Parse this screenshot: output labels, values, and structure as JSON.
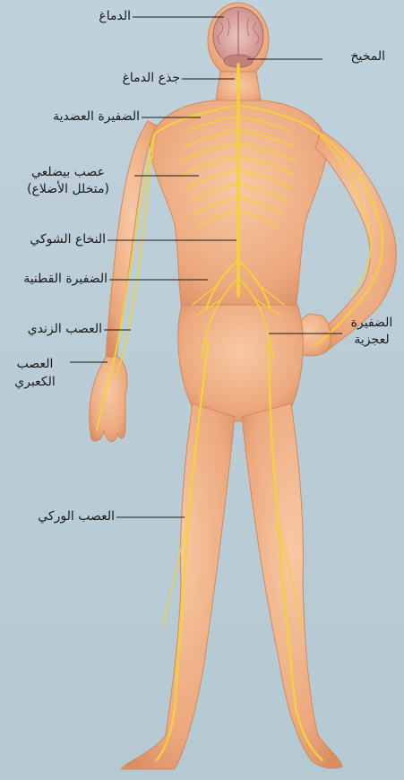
{
  "labels": {
    "brain": "الدماغ",
    "cerebellum": "المخيخ",
    "brainstem": "جذع الدماغ",
    "brachial_plexus": "الضفيرة العضدية",
    "intercostal_1": "عصب بيضلعي",
    "intercostal_2": "(متخلل الأضلاع)",
    "spinal_cord": "النخاع الشوكي",
    "lumbar_plexus": "الضفيرة القطنية",
    "ulnar_nerve": "العصب الزندي",
    "radial_1": "العصب",
    "radial_2": "الكعبري",
    "sacral_1": "الضفيرة",
    "sacral_2": "لعجزية",
    "sciatic_nerve": "العصب الوركي"
  },
  "colors": {
    "background": "#b9ccd6",
    "skin": "#f0b68c",
    "nerve": "#f2d23a",
    "brain": "#d9a3a0",
    "leader_line": "#1a1a1a"
  }
}
